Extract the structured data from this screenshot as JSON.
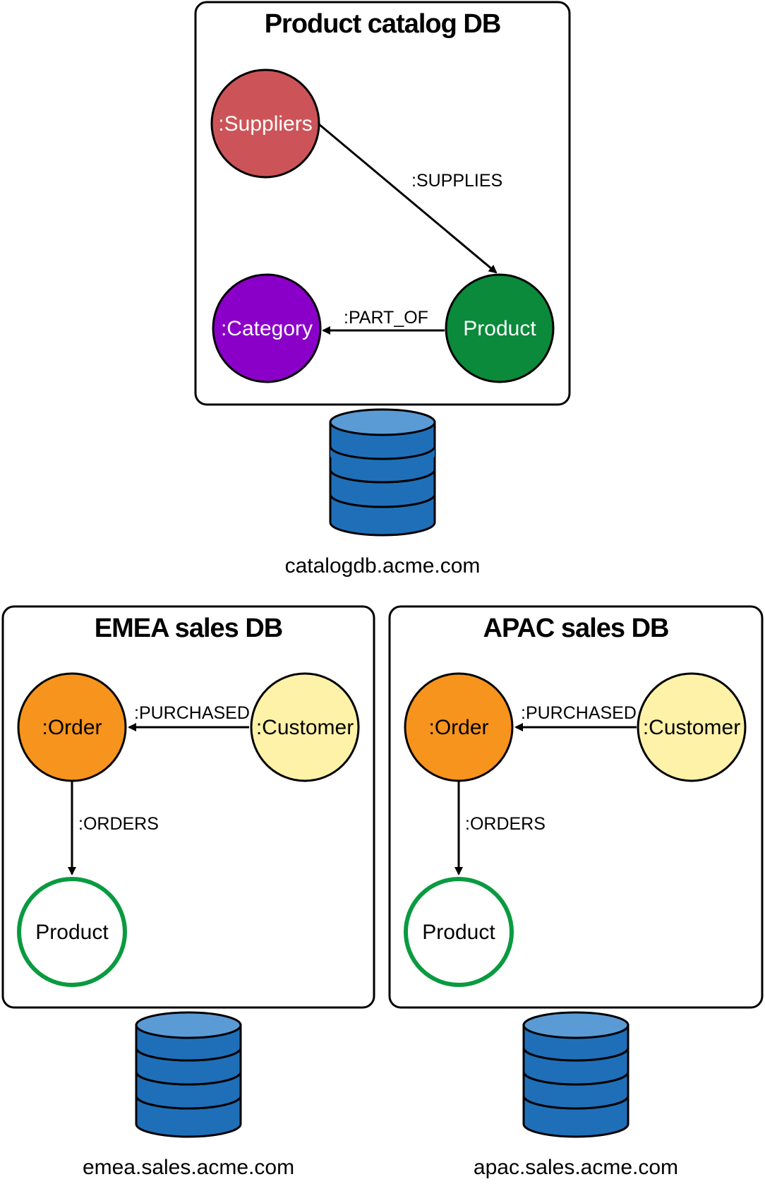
{
  "catalog": {
    "title": "Product catalog DB",
    "host": "catalogdb.acme.com",
    "nodes": {
      "suppliers": {
        "label": ":Suppliers",
        "fill": "#cc5458",
        "text_color": "#ffffff"
      },
      "category": {
        "label": ":Category",
        "fill": "#8b00c9",
        "text_color": "#ffffff"
      },
      "product": {
        "label": "Product",
        "fill": "#0a8a3a",
        "text_color": "#ffffff"
      }
    },
    "edges": {
      "supplies": ":SUPPLIES",
      "part_of": ":PART_OF"
    }
  },
  "emea": {
    "title": "EMEA sales DB",
    "host": "emea.sales.acme.com",
    "nodes": {
      "order": {
        "label": ":Order",
        "fill": "#f7941d",
        "text_color": "#000000"
      },
      "customer": {
        "label": ":Customer",
        "fill": "#fdf2a8",
        "text_color": "#000000"
      },
      "product": {
        "label": "Product",
        "fill": "#ffffff",
        "stroke": "#0a9a40",
        "text_color": "#000000"
      }
    },
    "edges": {
      "purchased": ":PURCHASED",
      "orders": ":ORDERS"
    }
  },
  "apac": {
    "title": "APAC sales DB",
    "host": "apac.sales.acme.com",
    "nodes": {
      "order": {
        "label": ":Order",
        "fill": "#f7941d",
        "text_color": "#000000"
      },
      "customer": {
        "label": ":Customer",
        "fill": "#fdf2a8",
        "text_color": "#000000"
      },
      "product": {
        "label": "Product",
        "fill": "#ffffff",
        "stroke": "#0a9a40",
        "text_color": "#000000"
      }
    },
    "edges": {
      "purchased": ":PURCHASED",
      "orders": ":ORDERS"
    }
  },
  "icons": {
    "database": "database-icon"
  }
}
